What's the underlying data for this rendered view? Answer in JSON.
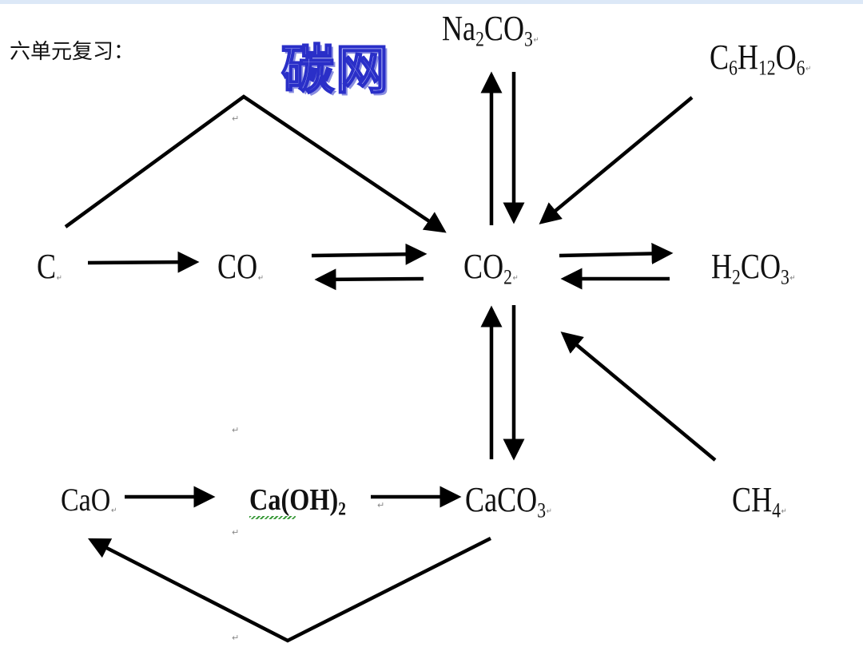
{
  "heading": "六单元复习：",
  "logo_text": "碳网",
  "return_mark": "↵",
  "nodes": {
    "na2co3": {
      "p1": "Na",
      "s1": "2",
      "p2": "CO",
      "s2": "3"
    },
    "glucose": {
      "p1": "C",
      "s1": "6",
      "p2": "H",
      "s2": "12",
      "p3": "O",
      "s3": "6"
    },
    "c": {
      "p1": "C"
    },
    "co": {
      "p1": "CO"
    },
    "co2": {
      "p1": "CO",
      "s1": "2"
    },
    "h2co3": {
      "p1": "H",
      "s1": "2",
      "p2": "CO",
      "s2": "3"
    },
    "cao": {
      "p1": "CaO"
    },
    "caoh2": {
      "p1": "Ca(OH)",
      "s1": "2"
    },
    "caco3": {
      "p1": "CaCO",
      "s1": "3"
    },
    "ch4": {
      "p1": "CH",
      "s1": "4"
    }
  },
  "colors": {
    "arrow": "#000000",
    "logo_fill": "#c9cdfb",
    "logo_outline": "#2a2fc8",
    "top_bar": "#dce8f7"
  }
}
